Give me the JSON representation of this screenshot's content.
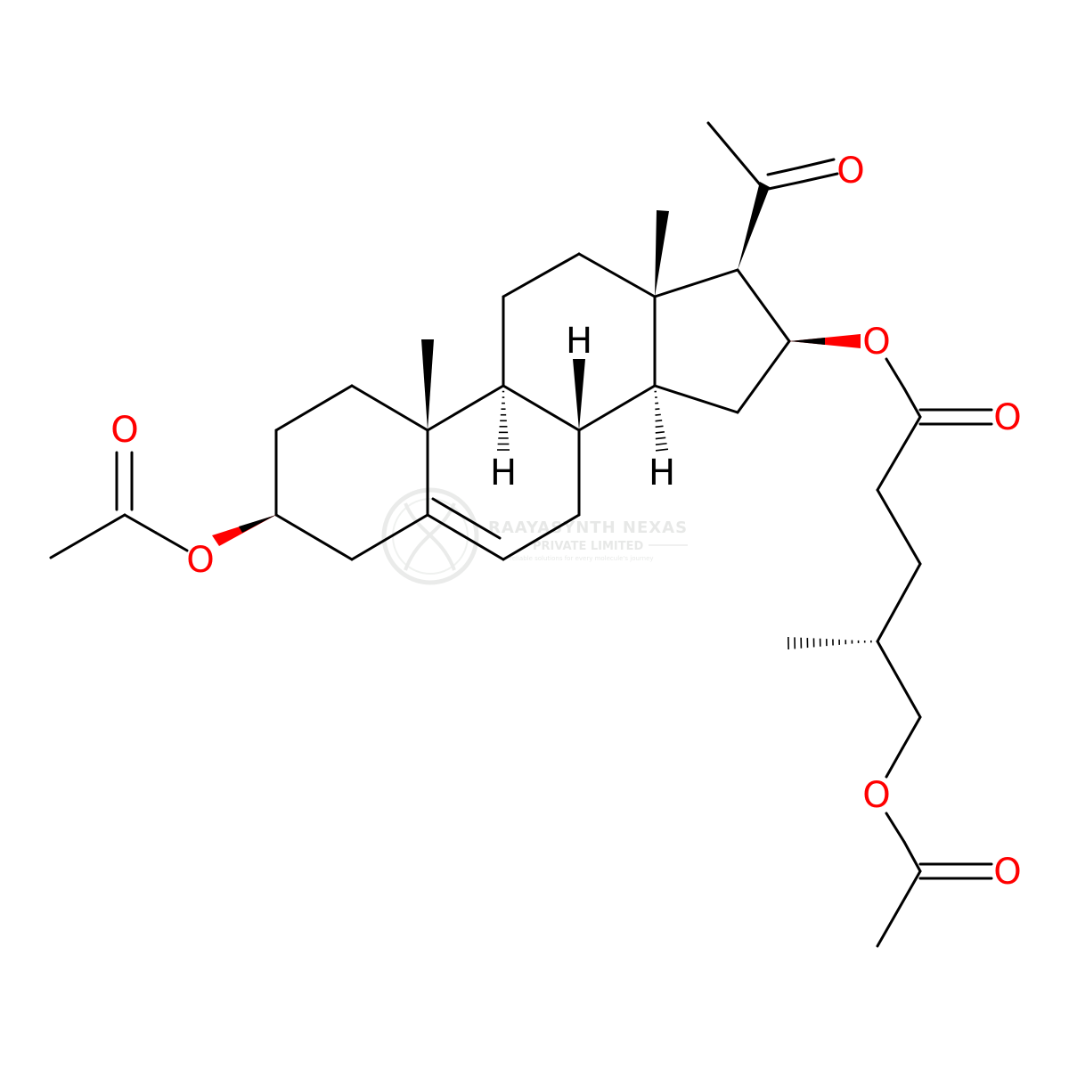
{
  "molecule": {
    "atom_labels": {
      "oxygen": "O",
      "hydrogen": "H"
    },
    "colors": {
      "bond": "#000000",
      "oxygen": "#ff0000",
      "hydrogen": "#000000",
      "watermark": "#d9dcd9"
    }
  },
  "watermark": {
    "company_name": "RAAYASYNTH NEXAS",
    "company_suffix": "PRIVATE LIMITED",
    "tagline": "reliable solutions for every molecule's journey"
  }
}
